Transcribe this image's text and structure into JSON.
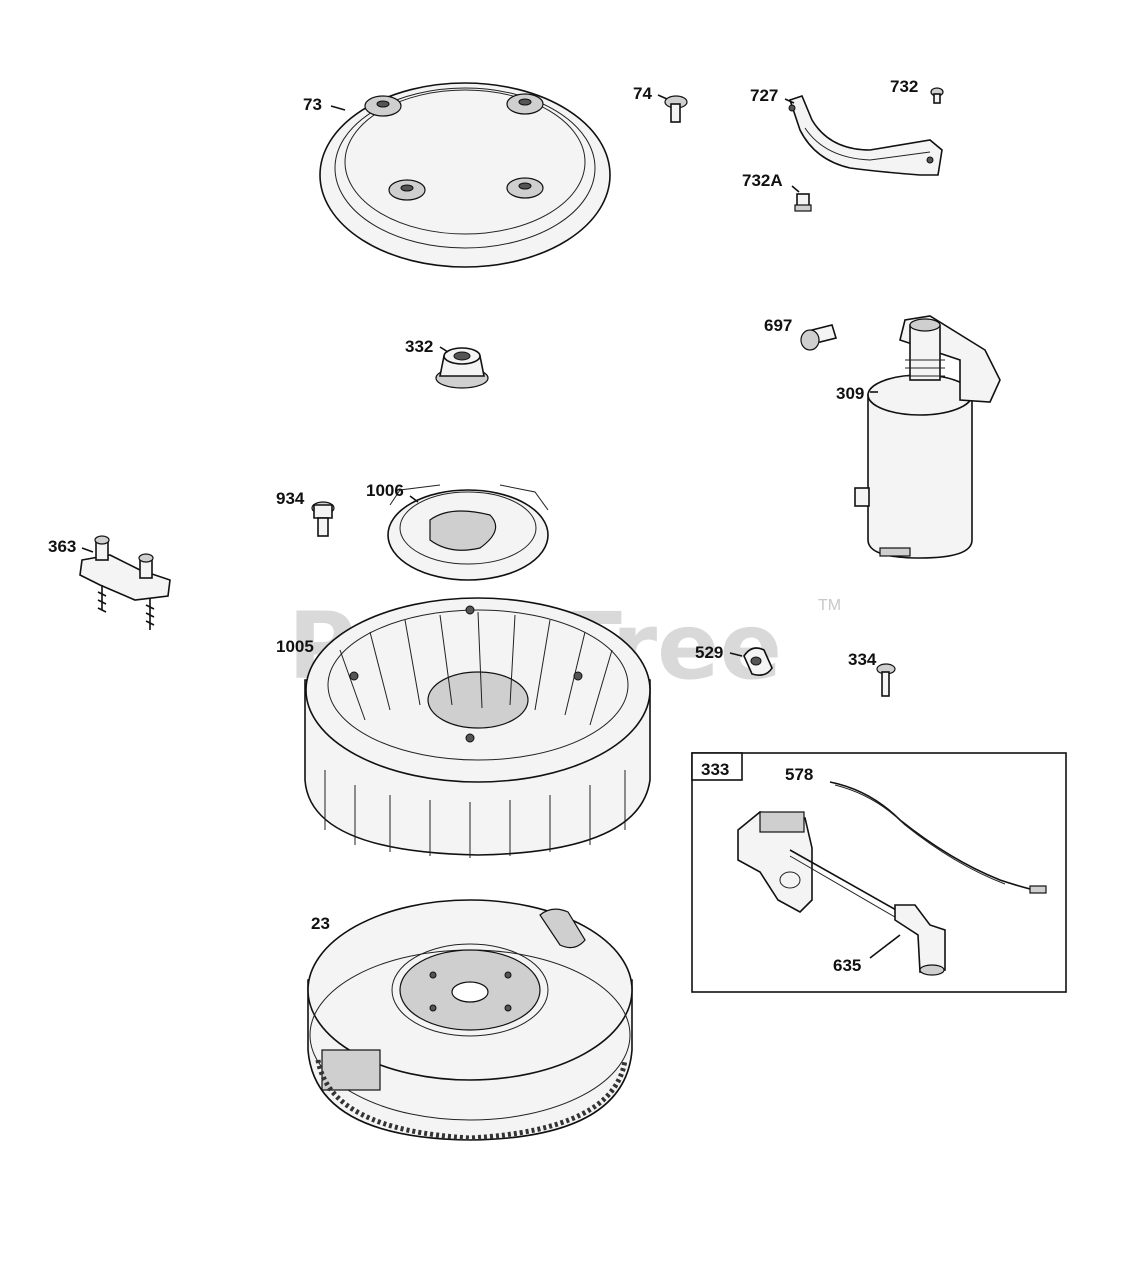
{
  "watermark": {
    "text": "PartsTree",
    "trademark": "TM"
  },
  "colors": {
    "ink": "#111111",
    "watermark": "#d9d9d9",
    "background": "#ffffff"
  },
  "callouts": {
    "p73": "73",
    "p74": "74",
    "p727": "727",
    "p732": "732",
    "p732a": "732A",
    "p332": "332",
    "p697": "697",
    "p309": "309",
    "p934": "934",
    "p1006": "1006",
    "p363": "363",
    "p1005": "1005",
    "p529": "529",
    "p334": "334",
    "p333": "333",
    "p578": "578",
    "p635": "635",
    "p23": "23"
  }
}
